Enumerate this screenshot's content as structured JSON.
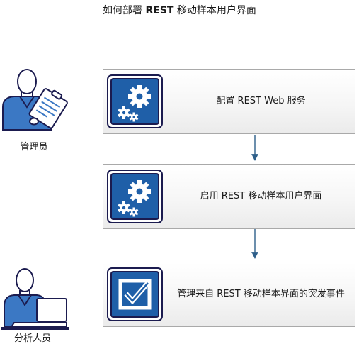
{
  "title_prefix": "如何部署 ",
  "title_bold": "REST",
  "title_suffix": " 移动样本用户界面",
  "steps": [
    {
      "text": "配置 REST Web 服务",
      "icon": "gears-icon"
    },
    {
      "text": "启用 REST 移动样本用户界面",
      "icon": "gears-icon"
    },
    {
      "text": "管理来自 REST 移动样本界面的突发事件",
      "icon": "checkbox-icon"
    }
  ],
  "actors": [
    {
      "label": "管理员",
      "icon": "administrator-clipboard-icon"
    },
    {
      "label": "分析人员",
      "icon": "analyst-laptop-icon"
    }
  ],
  "colors": {
    "icon_blue": "#1f5fa8",
    "icon_frame": "#1b1b4f",
    "person_blue": "#3b78c4",
    "arrow": "#2e5f8a"
  }
}
